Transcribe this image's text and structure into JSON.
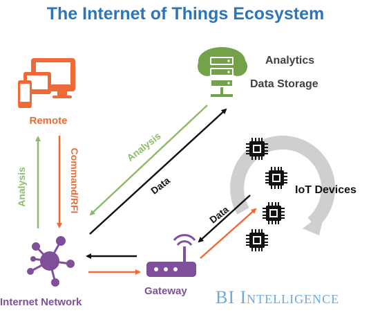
{
  "title": "The Internet of Things Ecosystem",
  "nodes": {
    "remote": "Remote",
    "analytics": "Analytics",
    "data_storage": "Data Storage",
    "iot_devices": "IoT Devices",
    "gateway": "Gateway",
    "internet_network": "Internet Network"
  },
  "edges": {
    "analysis_up": "Analysis",
    "command_rfi": "Command/RFI",
    "analysis_diag": "Analysis",
    "data_diag": "Data",
    "data_small": "Data"
  },
  "brand": "BI Intelligence",
  "colors": {
    "title": "#2e75b6",
    "remote": "#ee6a37",
    "analysis": "#8dbb6a",
    "cloud": "#74a24a",
    "network": "#7f4f9b",
    "chip": "#111111",
    "cycle": "#c8c8c8",
    "brand": "#6fa8dc"
  }
}
